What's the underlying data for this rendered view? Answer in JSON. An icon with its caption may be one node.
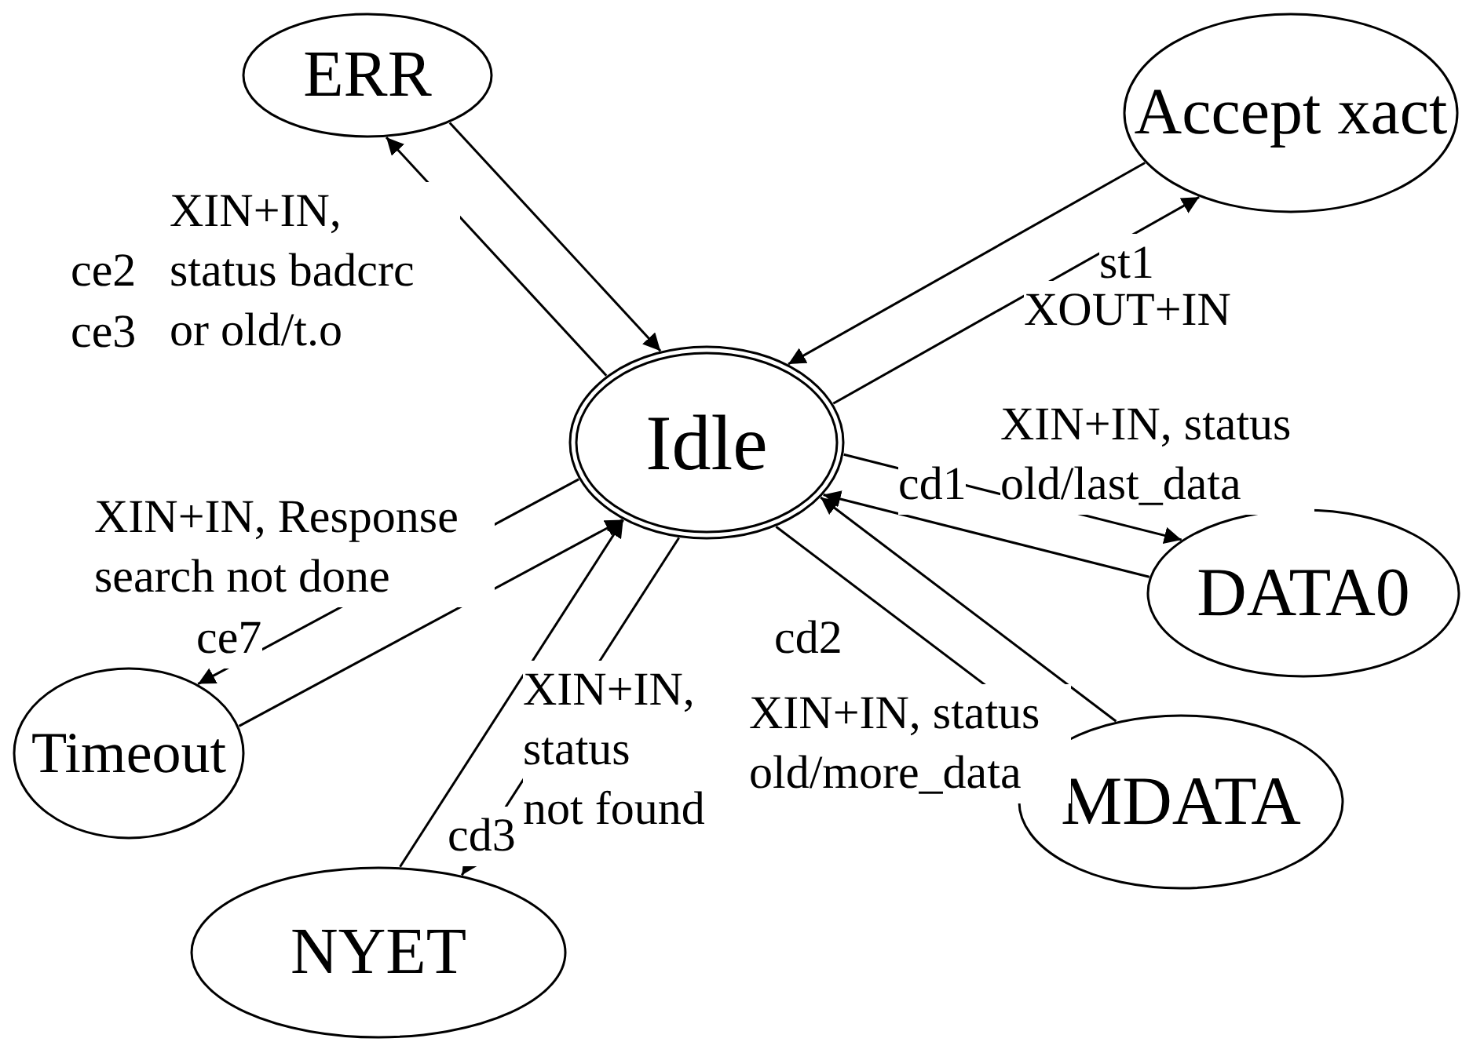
{
  "diagram": {
    "nodes": [
      {
        "text": [
          "Idle"
        ]
      },
      {
        "text": [
          "ERR"
        ]
      },
      {
        "text": [
          "Accept xact"
        ]
      },
      {
        "text": [
          "DATA0"
        ]
      },
      {
        "text": [
          "MDATA"
        ]
      },
      {
        "text": [
          "Timeout"
        ]
      },
      {
        "text": [
          "NYET"
        ]
      }
    ],
    "edges": [
      {
        "from": 0,
        "to": 1,
        "arrow": "to",
        "label": "XIN+IN, status badcrc or old/t.o"
      },
      {
        "from": 1,
        "to": 0,
        "arrow": "to"
      },
      {
        "from": 2,
        "to": 0,
        "arrow": "to"
      },
      {
        "from": 0,
        "to": 2,
        "arrow": "to",
        "label": "XOUT+IN"
      },
      {
        "from": 0,
        "to": 3,
        "arrow": "to",
        "label": "XIN+IN, status old/last_data"
      },
      {
        "from": 3,
        "to": 0,
        "arrow": "to"
      },
      {
        "from": 4,
        "to": 0,
        "arrow": "to"
      },
      {
        "from": 0,
        "to": 4,
        "arrow": "to",
        "label": "XIN+IN, status old/more_data"
      },
      {
        "from": 0,
        "to": 5,
        "arrow": "to",
        "label": "XIN+IN, Response search not done"
      },
      {
        "from": 5,
        "to": 0,
        "arrow": "to"
      },
      {
        "from": 6,
        "to": 0,
        "arrow": "to"
      },
      {
        "from": 0,
        "to": 6,
        "arrow": "to",
        "label": "XIN+IN, status not found"
      }
    ],
    "labels": [
      "ce2",
      "ce3",
      "st1",
      "cd1",
      "cd2",
      "ce7",
      "cd3"
    ]
  }
}
